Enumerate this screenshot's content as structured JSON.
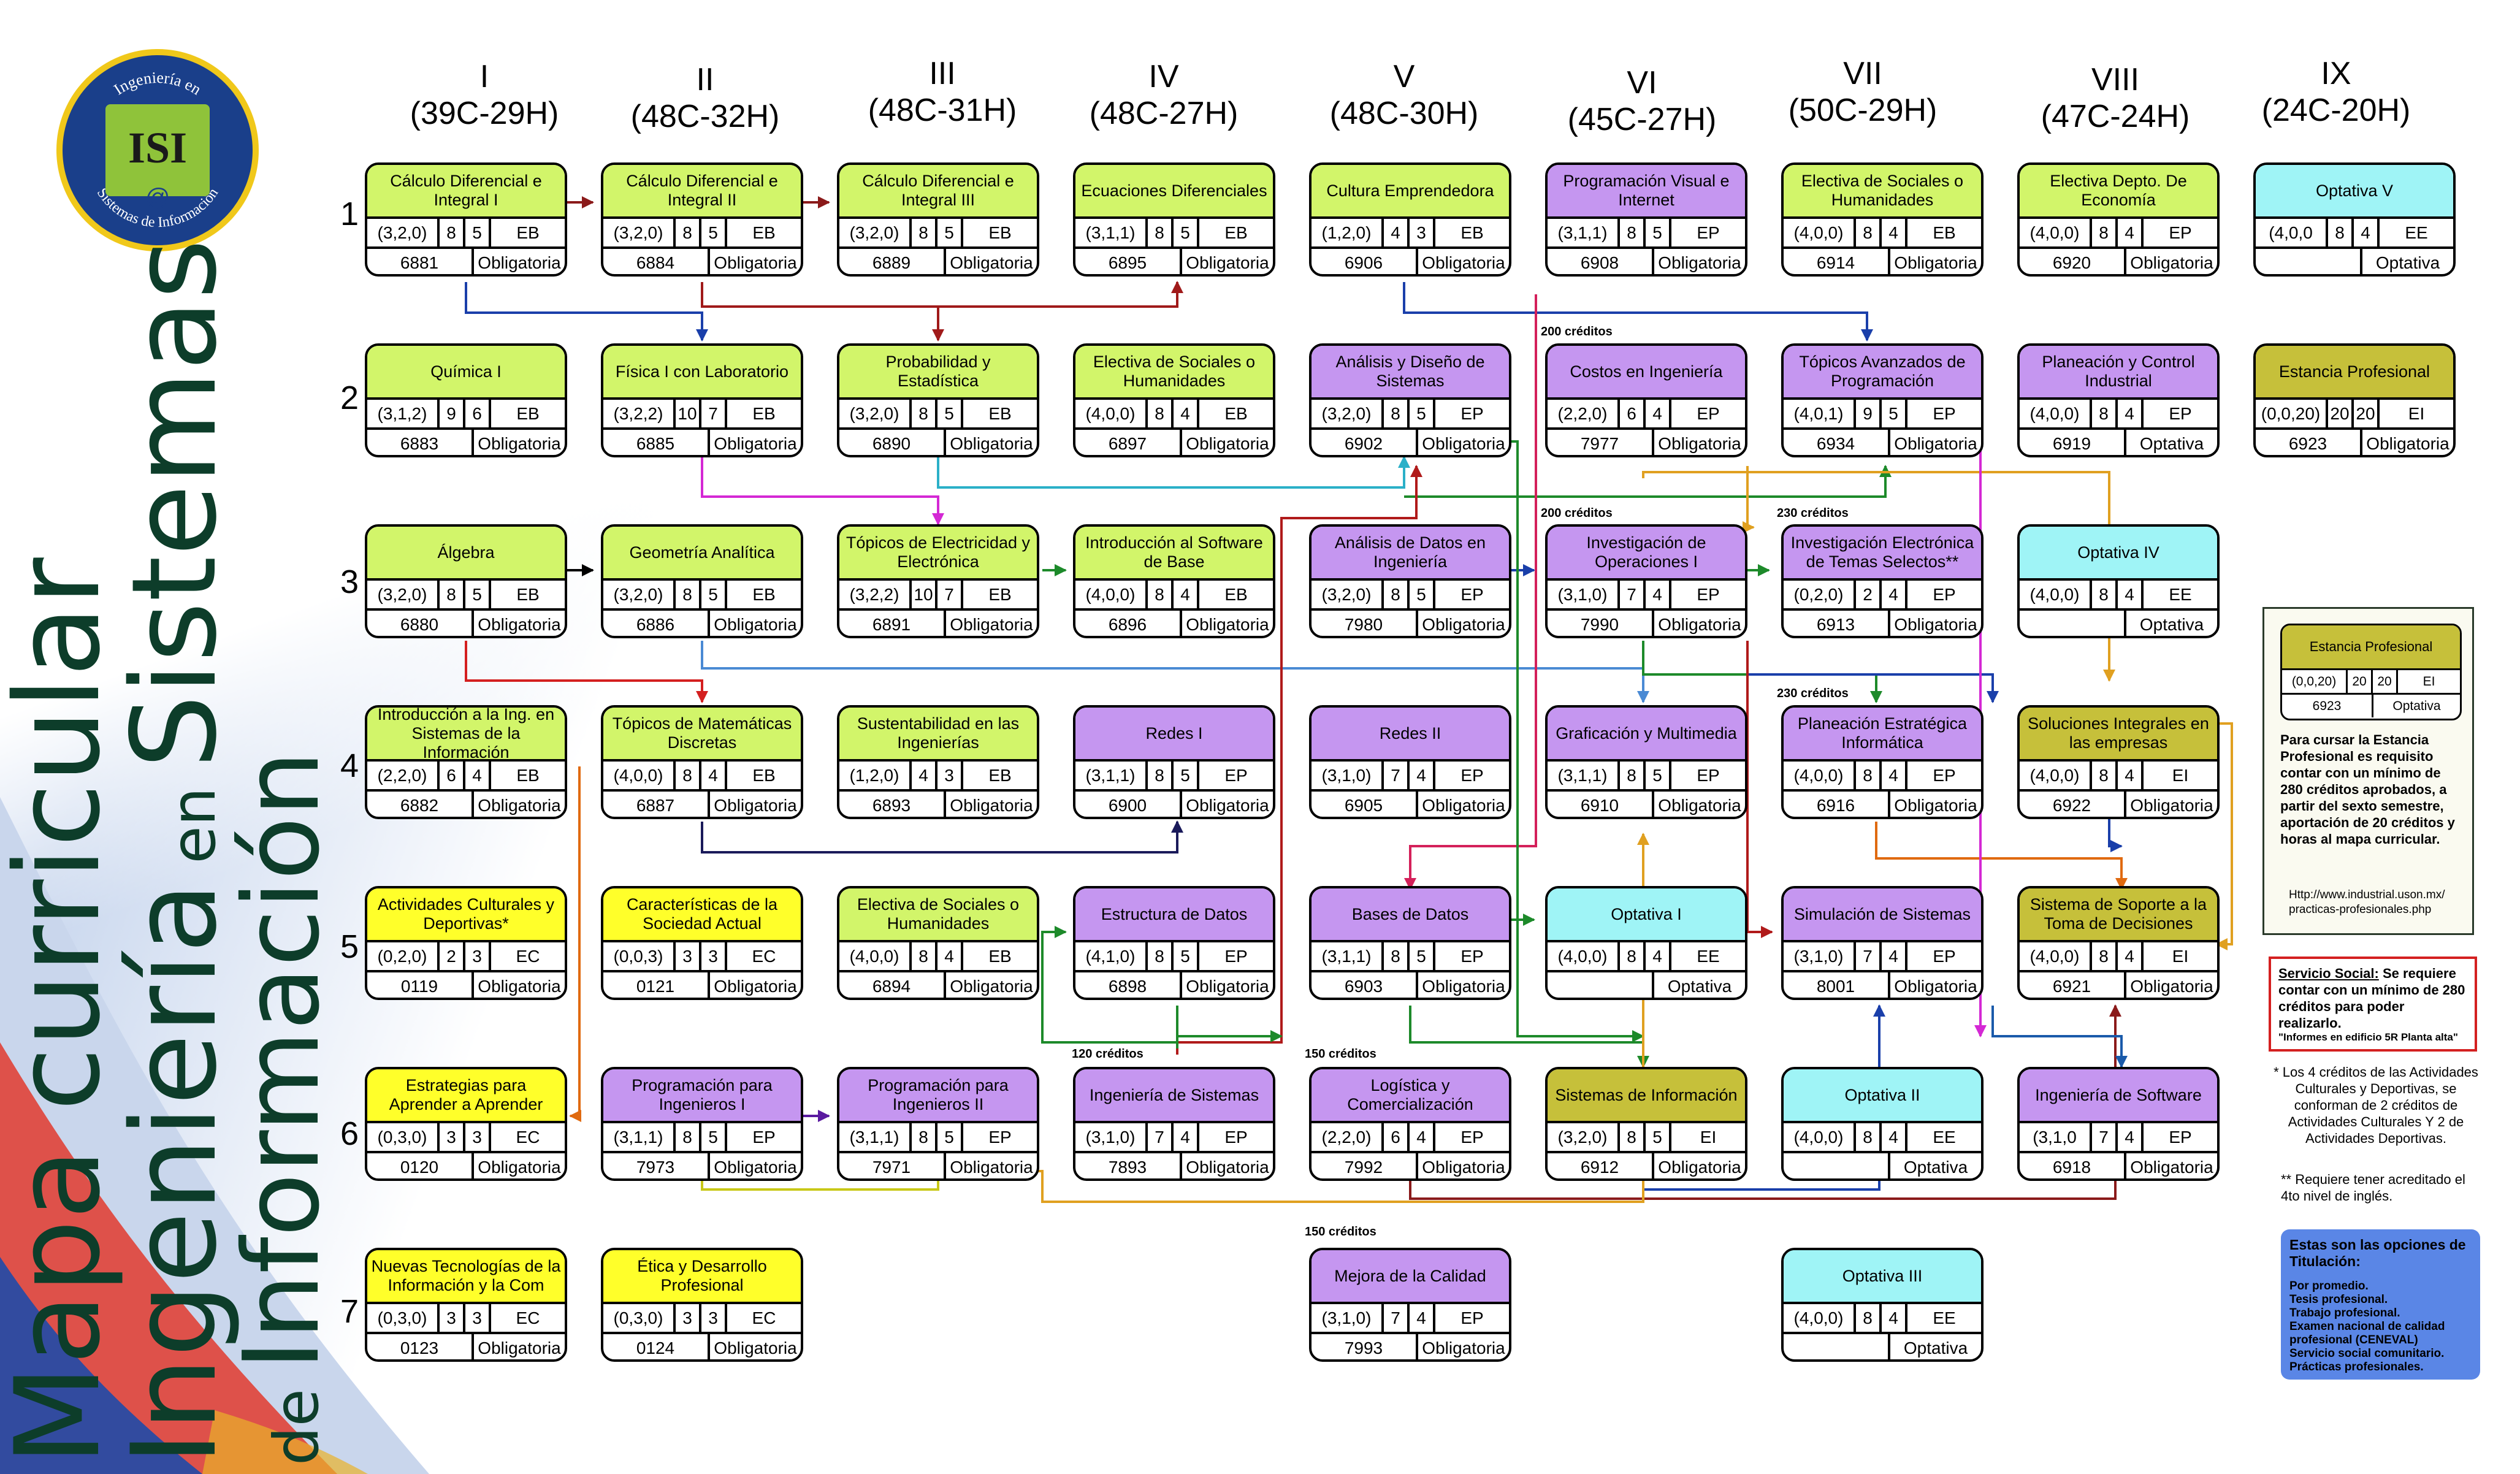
{
  "title": {
    "line1": "Mapa curricular",
    "line2a": "Ingeniería",
    "line2b": "en",
    "line2c": "Sistemas",
    "line3a": "de",
    "line3b": "Información"
  },
  "logo": {
    "top": "Ingeniería en",
    "mid": "ISI",
    "bottom": "Sistemas de Información",
    "at": "@"
  },
  "semesters": [
    {
      "num": "I",
      "cred": "(39C-29H)"
    },
    {
      "num": "II",
      "cred": "(48C-32H)"
    },
    {
      "num": "III",
      "cred": "(48C-31H)"
    },
    {
      "num": "IV",
      "cred": "(48C-27H)"
    },
    {
      "num": "V",
      "cred": "(48C-30H)"
    },
    {
      "num": "VI",
      "cred": "(45C-27H)"
    },
    {
      "num": "VII",
      "cred": "(50C-29H)"
    },
    {
      "num": "VIII",
      "cred": "(47C-24H)"
    },
    {
      "num": "IX",
      "cred": "(24C-20H)"
    }
  ],
  "rows": [
    "1",
    "2",
    "3",
    "4",
    "5",
    "6",
    "7"
  ],
  "courses": [
    {
      "name": "Cálculo Diferencial e Integral I",
      "p": "(3,2,0)",
      "c": "8",
      "r": "5",
      "t": "EB",
      "k": "6881",
      "o": "Obligatoria",
      "color": "green"
    },
    {
      "name": "Cálculo Diferencial e Integral II",
      "p": "(3,2,0)",
      "c": "8",
      "r": "5",
      "t": "EB",
      "k": "6884",
      "o": "Obligatoria",
      "color": "green"
    },
    {
      "name": "Cálculo Diferencial e Integral III",
      "p": "(3,2,0)",
      "c": "8",
      "r": "5",
      "t": "EB",
      "k": "6889",
      "o": "Obligatoria",
      "color": "green"
    },
    {
      "name": "Ecuaciones Diferenciales",
      "p": "(3,1,1)",
      "c": "8",
      "r": "5",
      "t": "EB",
      "k": "6895",
      "o": "Obligatoria",
      "color": "green"
    },
    {
      "name": "Cultura Emprendedora",
      "p": "(1,2,0)",
      "c": "4",
      "r": "3",
      "t": "EB",
      "k": "6906",
      "o": "Obligatoria",
      "color": "green"
    },
    {
      "name": "Programación Visual e Internet",
      "p": "(3,1,1)",
      "c": "8",
      "r": "5",
      "t": "EP",
      "k": "6908",
      "o": "Obligatoria",
      "color": "purple"
    },
    {
      "name": "Electiva de Sociales o Humanidades",
      "p": "(4,0,0)",
      "c": "8",
      "r": "4",
      "t": "EB",
      "k": "6914",
      "o": "Obligatoria",
      "color": "green"
    },
    {
      "name": "Electiva Depto. De Economía",
      "p": "(4,0,0)",
      "c": "8",
      "r": "4",
      "t": "EP",
      "k": "6920",
      "o": "Obligatoria",
      "color": "green"
    },
    {
      "name": "Optativa V",
      "p": "(4,0,0",
      "c": "8",
      "r": "4",
      "t": "EE",
      "k": "",
      "o": "Optativa",
      "color": "cyan"
    },
    {
      "name": "Química I",
      "p": "(3,1,2)",
      "c": "9",
      "r": "6",
      "t": "EB",
      "k": "6883",
      "o": "Obligatoria",
      "color": "green"
    },
    {
      "name": "Física I con Laboratorio",
      "p": "(3,2,2)",
      "c": "10",
      "r": "7",
      "t": "EB",
      "k": "6885",
      "o": "Obligatoria",
      "color": "green"
    },
    {
      "name": "Probabilidad y Estadística",
      "p": "(3,2,0)",
      "c": "8",
      "r": "5",
      "t": "EB",
      "k": "6890",
      "o": "Obligatoria",
      "color": "green"
    },
    {
      "name": "Electiva de Sociales o Humanidades",
      "p": "(4,0,0)",
      "c": "8",
      "r": "4",
      "t": "EB",
      "k": "6897",
      "o": "Obligatoria",
      "color": "green"
    },
    {
      "name": "Análisis y Diseño de Sistemas",
      "p": "(3,2,0)",
      "c": "8",
      "r": "5",
      "t": "EP",
      "k": "6902",
      "o": "Obligatoria",
      "color": "purple"
    },
    {
      "name": "Costos en Ingeniería",
      "p": "(2,2,0)",
      "c": "6",
      "r": "4",
      "t": "EP",
      "k": "7977",
      "o": "Obligatoria",
      "color": "purple"
    },
    {
      "name": "Tópicos Avanzados de Programación",
      "p": "(4,0,1)",
      "c": "9",
      "r": "5",
      "t": "EP",
      "k": "6934",
      "o": "Obligatoria",
      "color": "purple"
    },
    {
      "name": "Planeación y Control Industrial",
      "p": "(4,0,0)",
      "c": "8",
      "r": "4",
      "t": "EP",
      "k": "6919",
      "o": "Optativa",
      "color": "purple"
    },
    {
      "name": "Estancia Profesional",
      "p": "(0,0,20)",
      "c": "20",
      "r": "20",
      "t": "EI",
      "k": "6923",
      "o": "Obligatoria",
      "color": "olive"
    },
    {
      "name": "Álgebra",
      "p": "(3,2,0)",
      "c": "8",
      "r": "5",
      "t": "EB",
      "k": "6880",
      "o": "Obligatoria",
      "color": "green"
    },
    {
      "name": "Geometría Analítica",
      "p": "(3,2,0)",
      "c": "8",
      "r": "5",
      "t": "EB",
      "k": "6886",
      "o": "Obligatoria",
      "color": "green"
    },
    {
      "name": "Tópicos de Electricidad y Electrónica",
      "p": "(3,2,2)",
      "c": "10",
      "r": "7",
      "t": "EB",
      "k": "6891",
      "o": "Obligatoria",
      "color": "green"
    },
    {
      "name": "Introducción al Software de Base",
      "p": "(4,0,0)",
      "c": "8",
      "r": "4",
      "t": "EB",
      "k": "6896",
      "o": "Obligatoria",
      "color": "green"
    },
    {
      "name": "Análisis de Datos en Ingeniería",
      "p": "(3,2,0)",
      "c": "8",
      "r": "5",
      "t": "EP",
      "k": "7980",
      "o": "Obligatoria",
      "color": "purple"
    },
    {
      "name": "Investigación de Operaciones I",
      "p": "(3,1,0)",
      "c": "7",
      "r": "4",
      "t": "EP",
      "k": "7990",
      "o": "Obligatoria",
      "color": "purple"
    },
    {
      "name": "Investigación Electrónica de Temas Selectos**",
      "p": "(0,2,0)",
      "c": "2",
      "r": "4",
      "t": "EP",
      "k": "6913",
      "o": "Obligatoria",
      "color": "purple"
    },
    {
      "name": "Optativa IV",
      "p": "(4,0,0)",
      "c": "8",
      "r": "4",
      "t": "EE",
      "k": "",
      "o": "Optativa",
      "color": "cyan"
    },
    {
      "name": "Introducción a la Ing. en Sistemas de la Información",
      "p": "(2,2,0)",
      "c": "6",
      "r": "4",
      "t": "EB",
      "k": "6882",
      "o": "Obligatoria",
      "color": "green"
    },
    {
      "name": "Tópicos de Matemáticas Discretas",
      "p": "(4,0,0)",
      "c": "8",
      "r": "4",
      "t": "EB",
      "k": "6887",
      "o": "Obligatoria",
      "color": "green"
    },
    {
      "name": "Sustentabilidad en las Ingenierías",
      "p": "(1,2,0)",
      "c": "4",
      "r": "3",
      "t": "EB",
      "k": "6893",
      "o": "Obligatoria",
      "color": "green"
    },
    {
      "name": "Redes I",
      "p": "(3,1,1)",
      "c": "8",
      "r": "5",
      "t": "EP",
      "k": "6900",
      "o": "Obligatoria",
      "color": "purple"
    },
    {
      "name": "Redes II",
      "p": "(3,1,0)",
      "c": "7",
      "r": "4",
      "t": "EP",
      "k": "6905",
      "o": "Obligatoria",
      "color": "purple"
    },
    {
      "name": "Graficación y Multimedia",
      "p": "(3,1,1)",
      "c": "8",
      "r": "5",
      "t": "EP",
      "k": "6910",
      "o": "Obligatoria",
      "color": "purple"
    },
    {
      "name": "Planeación Estratégica Informática",
      "p": "(4,0,0)",
      "c": "8",
      "r": "4",
      "t": "EP",
      "k": "6916",
      "o": "Obligatoria",
      "color": "purple"
    },
    {
      "name": "Soluciones Integrales en las empresas",
      "p": "(4,0,0)",
      "c": "8",
      "r": "4",
      "t": "EI",
      "k": "6922",
      "o": "Obligatoria",
      "color": "olive"
    },
    {
      "name": "Actividades Culturales y Deportivas*",
      "p": "(0,2,0)",
      "c": "2",
      "r": "3",
      "t": "EC",
      "k": "0119",
      "o": "Obligatoria",
      "color": "yellow"
    },
    {
      "name": "Características de la Sociedad Actual",
      "p": "(0,0,3)",
      "c": "3",
      "r": "3",
      "t": "EC",
      "k": "0121",
      "o": "Obligatoria",
      "color": "yellow"
    },
    {
      "name": "Electiva de Sociales o Humanidades",
      "p": "(4,0,0)",
      "c": "8",
      "r": "4",
      "t": "EB",
      "k": "6894",
      "o": "Obligatoria",
      "color": "green"
    },
    {
      "name": "Estructura de Datos",
      "p": "(4,1,0)",
      "c": "8",
      "r": "5",
      "t": "EP",
      "k": "6898",
      "o": "Obligatoria",
      "color": "purple"
    },
    {
      "name": "Bases de Datos",
      "p": "(3,1,1)",
      "c": "8",
      "r": "5",
      "t": "EP",
      "k": "6903",
      "o": "Obligatoria",
      "color": "purple"
    },
    {
      "name": "Optativa I",
      "p": "(4,0,0)",
      "c": "8",
      "r": "4",
      "t": "EE",
      "k": "",
      "o": "Optativa",
      "color": "cyan"
    },
    {
      "name": "Simulación de Sistemas",
      "p": "(3,1,0)",
      "c": "7",
      "r": "4",
      "t": "EP",
      "k": "8001",
      "o": "Obligatoria",
      "color": "purple"
    },
    {
      "name": "Sistema de Soporte a la Toma de Decisiones",
      "p": "(4,0,0)",
      "c": "8",
      "r": "4",
      "t": "EI",
      "k": "6921",
      "o": "Obligatoria",
      "color": "olive"
    },
    {
      "name": "Estrategias para Aprender a Aprender",
      "p": "(0,3,0)",
      "c": "3",
      "r": "3",
      "t": "EC",
      "k": "0120",
      "o": "Obligatoria",
      "color": "yellow"
    },
    {
      "name": "Programación para Ingenieros I",
      "p": "(3,1,1)",
      "c": "8",
      "r": "5",
      "t": "EP",
      "k": "7973",
      "o": "Obligatoria",
      "color": "purple"
    },
    {
      "name": "Programación para Ingenieros II",
      "p": "(3,1,1)",
      "c": "8",
      "r": "5",
      "t": "EP",
      "k": "7971",
      "o": "Obligatoria",
      "color": "purple"
    },
    {
      "name": "Ingeniería de Sistemas",
      "p": "(3,1,0)",
      "c": "7",
      "r": "4",
      "t": "EP",
      "k": "7893",
      "o": "Obligatoria",
      "color": "purple"
    },
    {
      "name": "Logística y Comercialización",
      "p": "(2,2,0)",
      "c": "6",
      "r": "4",
      "t": "EP",
      "k": "7992",
      "o": "Obligatoria",
      "color": "purple"
    },
    {
      "name": "Sistemas de Información",
      "p": "(3,2,0)",
      "c": "8",
      "r": "5",
      "t": "EI",
      "k": "6912",
      "o": "Obligatoria",
      "color": "olive"
    },
    {
      "name": "Optativa II",
      "p": "(4,0,0)",
      "c": "8",
      "r": "4",
      "t": "EE",
      "k": "",
      "o": "Optativa",
      "color": "cyan"
    },
    {
      "name": "Ingeniería de Software",
      "p": "(3,1,0",
      "c": "7",
      "r": "4",
      "t": "EP",
      "k": "6918",
      "o": "Obligatoria",
      "color": "purple"
    },
    {
      "name": "Nuevas Tecnologías de la Información y la Com",
      "p": "(0,3,0)",
      "c": "3",
      "r": "3",
      "t": "EC",
      "k": "0123",
      "o": "Obligatoria",
      "color": "yellow"
    },
    {
      "name": "Ética y  Desarrollo Profesional",
      "p": "(0,3,0)",
      "c": "3",
      "r": "3",
      "t": "EC",
      "k": "0124",
      "o": "Obligatoria",
      "color": "yellow"
    },
    {
      "name": "Mejora de la Calidad",
      "p": "(3,1,0)",
      "c": "7",
      "r": "4",
      "t": "EP",
      "k": "7993",
      "o": "Obligatoria",
      "color": "purple"
    },
    {
      "name": "Optativa III",
      "p": "(4,0,0)",
      "c": "8",
      "r": "4",
      "t": "EE",
      "k": "",
      "o": "Optativa",
      "color": "cyan"
    }
  ],
  "notes": {
    "n200a": "200 créditos",
    "n200b": "200 créditos",
    "n230a": "230 créditos",
    "n230b": "230 créditos",
    "n120": "120 créditos",
    "n150a": "150 créditos",
    "n150b": "150 créditos"
  },
  "estancia_box": {
    "card": {
      "name": "Estancia Profesional",
      "p": "(0,0,20)",
      "c": "20",
      "r": "20",
      "t": "EI",
      "k": "6923",
      "o": "Optativa"
    },
    "text": "Para cursar la Estancia Profesional es requisito contar con un mínimo de 280 créditos aprobados, a partir del sexto semestre, aportación de 20 créditos y horas al mapa curricular.",
    "url": "Http://www.industrial.uson.mx/ practicas-profesionales.php"
  },
  "servicio": {
    "title": "Servicio Social:",
    "text": "Se requiere contar con un mínimo de 280 créditos para poder realizarlo.",
    "small": "\"Informes en edificio 5R Planta alta\""
  },
  "footnote1": "* Los 4 créditos de las Actividades Culturales y Deportivas, se conforman de 2 créditos de Actividades Culturales Y 2 de Actividades Deportivas.",
  "footnote2": "** Requiere tener acreditado el 4to nivel de inglés.",
  "titulacion": {
    "title": "Estas son las opciones de Titulación:",
    "items": [
      "Por promedio.",
      "Tesis profesional.",
      "Trabajo profesional.",
      "Examen nacional de calidad profesional (CENEVAL)",
      "Servicio social comunitario.",
      "Prácticas profesionales."
    ]
  },
  "colors": {
    "green": "#d2f56a",
    "purple": "#c596f0",
    "yellow": "#ffff2a",
    "cyan": "#9ff4f6",
    "olive": "#c6c03a",
    "title": "#0d3d2a"
  }
}
